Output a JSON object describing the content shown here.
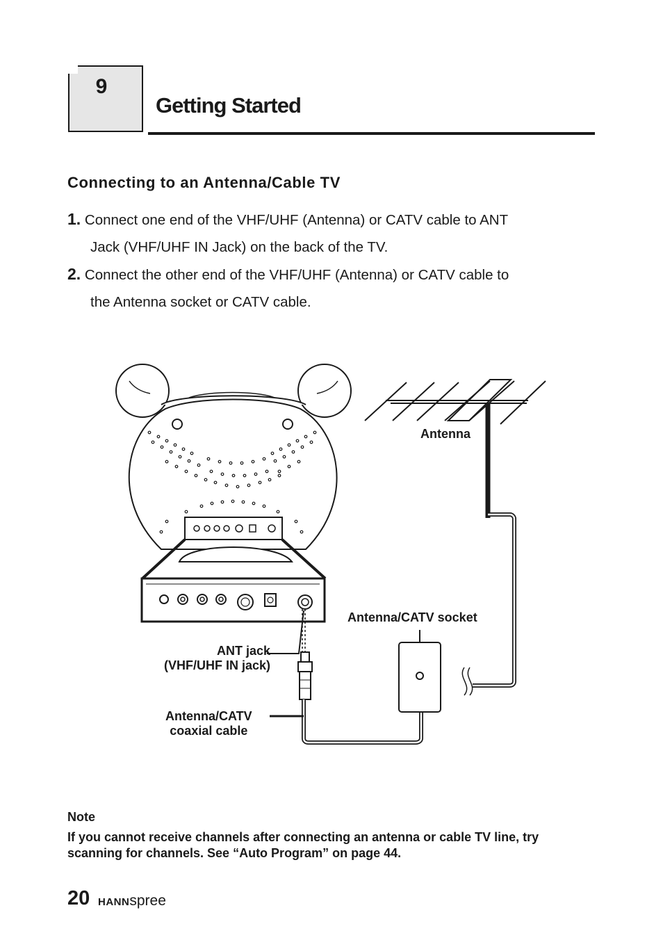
{
  "chapter": {
    "number": "9",
    "title": "Getting Started"
  },
  "section": {
    "heading": "Connecting to an Antenna/Cable TV"
  },
  "steps": [
    {
      "number": "1.",
      "line1": "Connect one end of the VHF/UHF (Antenna) or CATV cable to ANT",
      "line2": "Jack (VHF/UHF IN Jack) on the back of the TV."
    },
    {
      "number": "2.",
      "line1": "Connect the other end of the VHF/UHF (Antenna) or CATV cable to",
      "line2": "the Antenna socket or CATV cable."
    }
  ],
  "diagram": {
    "antenna_label": "Antenna",
    "socket_label": "Antenna/CATV socket",
    "ant_jack_label_1": "ANT jack",
    "ant_jack_label_2": "(VHF/UHF IN jack)",
    "cable_label_1": "Antenna/CATV",
    "cable_label_2": "coaxial cable"
  },
  "note": {
    "title": "Note",
    "body": "If you cannot receive channels after connecting an antenna or cable TV line, try scanning for channels. See “Auto Program” on page 44."
  },
  "footer": {
    "page_number": "20",
    "brand_bold": "HANN",
    "brand_light": "spree"
  }
}
